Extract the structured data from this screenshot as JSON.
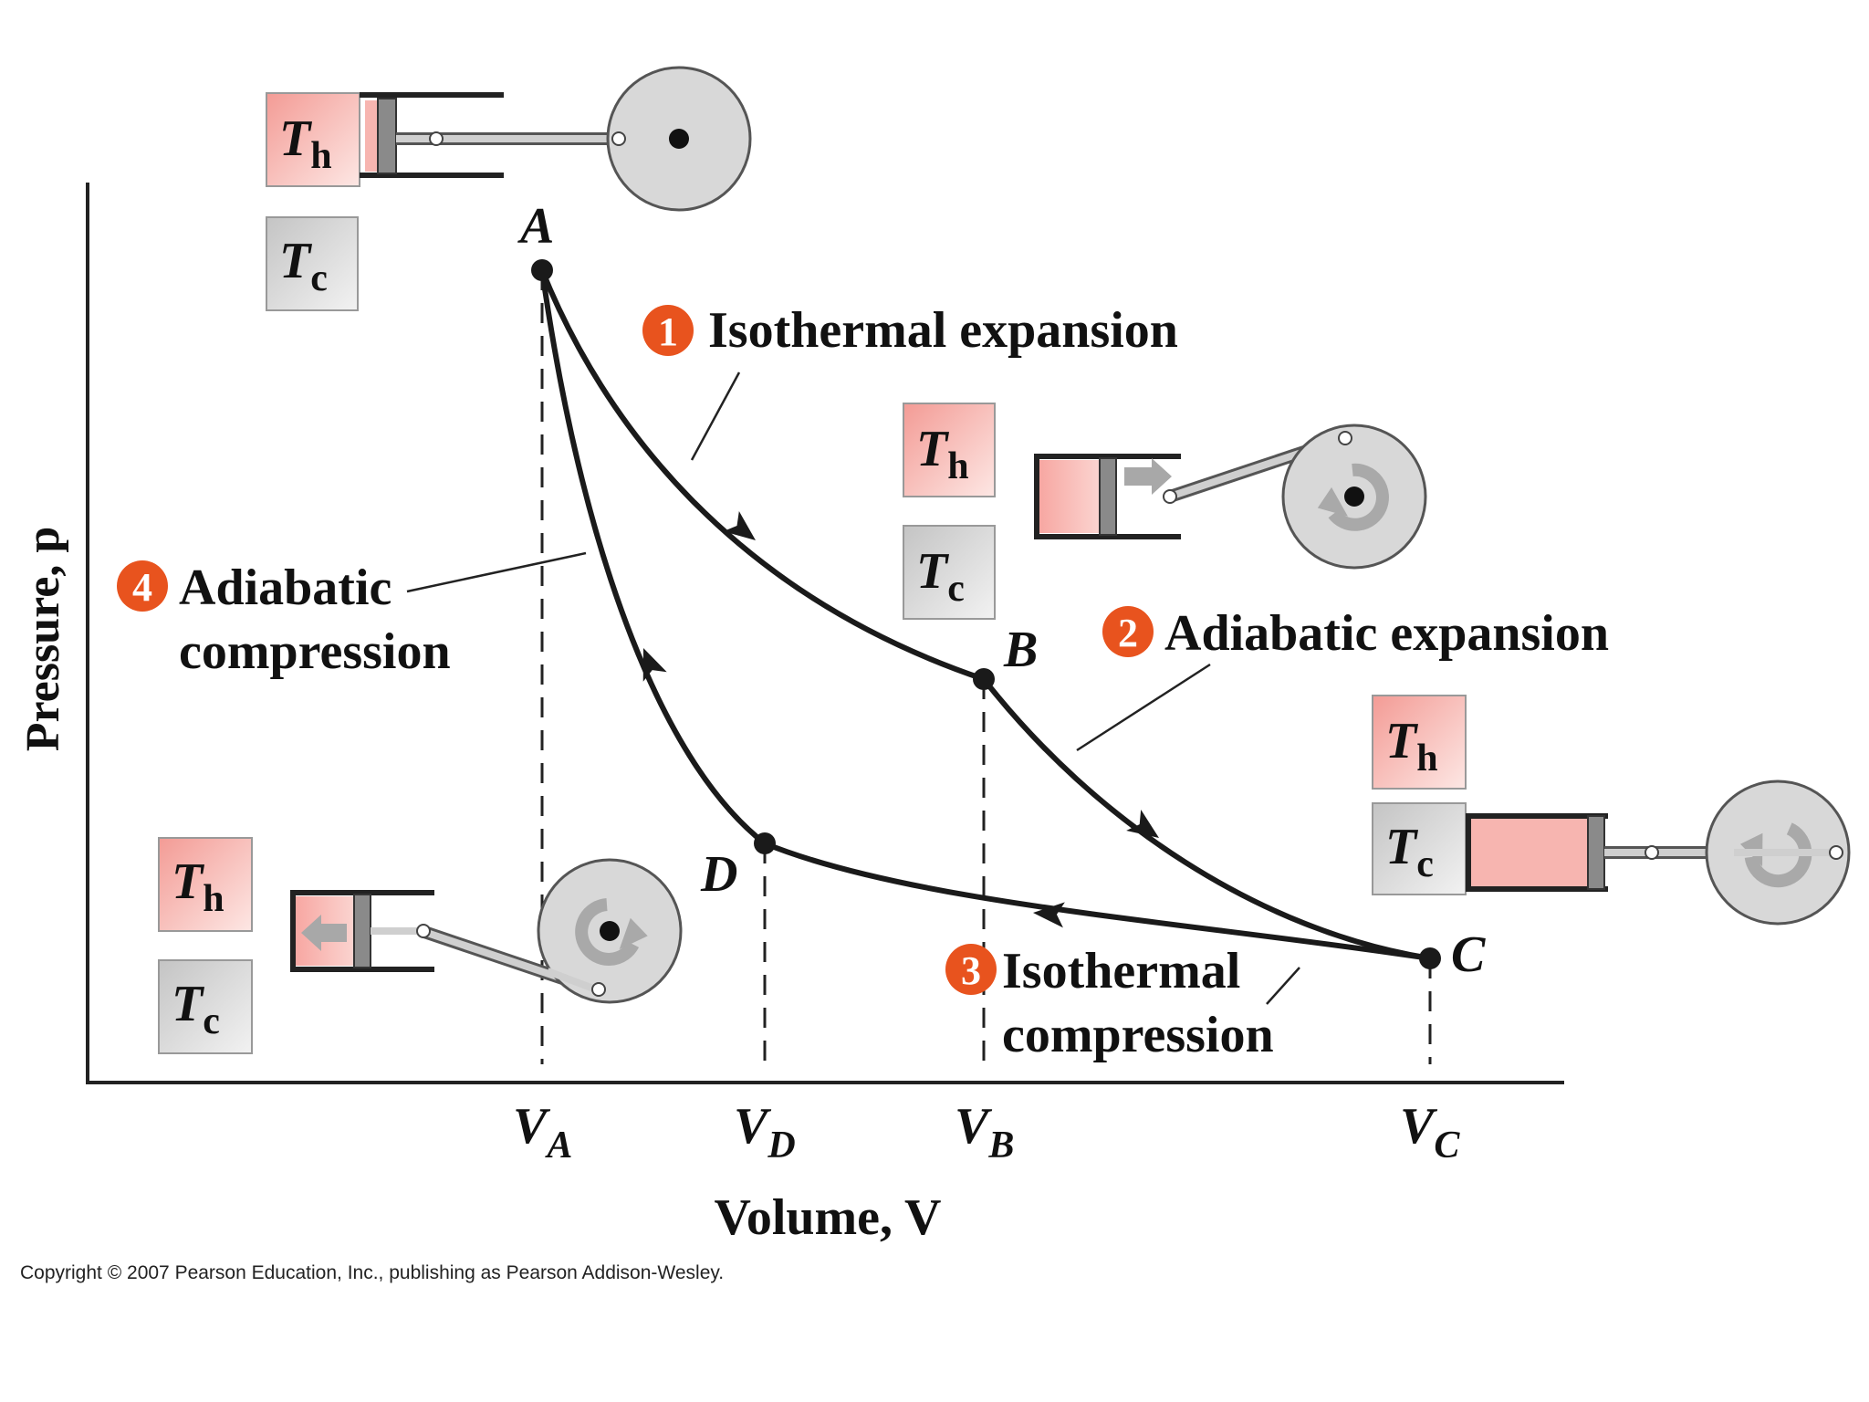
{
  "axes": {
    "y_label": "Pressure, p",
    "x_label": "Volume, V"
  },
  "points": {
    "A": "A",
    "B": "B",
    "C": "C",
    "D": "D"
  },
  "volume_ticks": {
    "VA": {
      "main": "V",
      "sub": "A"
    },
    "VD": {
      "main": "V",
      "sub": "D"
    },
    "VB": {
      "main": "V",
      "sub": "B"
    },
    "VC": {
      "main": "V",
      "sub": "C"
    }
  },
  "steps": [
    {
      "number": "1",
      "line1": "Isothermal expansion",
      "line2": ""
    },
    {
      "number": "2",
      "line1": "Adiabatic expansion",
      "line2": ""
    },
    {
      "number": "3",
      "line1": "Isothermal",
      "line2": "compression"
    },
    {
      "number": "4",
      "line1": "Adiabatic",
      "line2": "compression"
    }
  ],
  "reservoirs": {
    "hot": {
      "main": "T",
      "sub": "h"
    },
    "cold": {
      "main": "T",
      "sub": "c"
    }
  },
  "colors": {
    "curve": "#1a1a1a",
    "badge": "#e8531e",
    "hot_fill": "#f7b5b0",
    "cold_fill": "#d4d4d4",
    "wheel": "#d8d8d8"
  },
  "copyright": "Copyright © 2007 Pearson Education, Inc., publishing as Pearson Addison-Wesley."
}
